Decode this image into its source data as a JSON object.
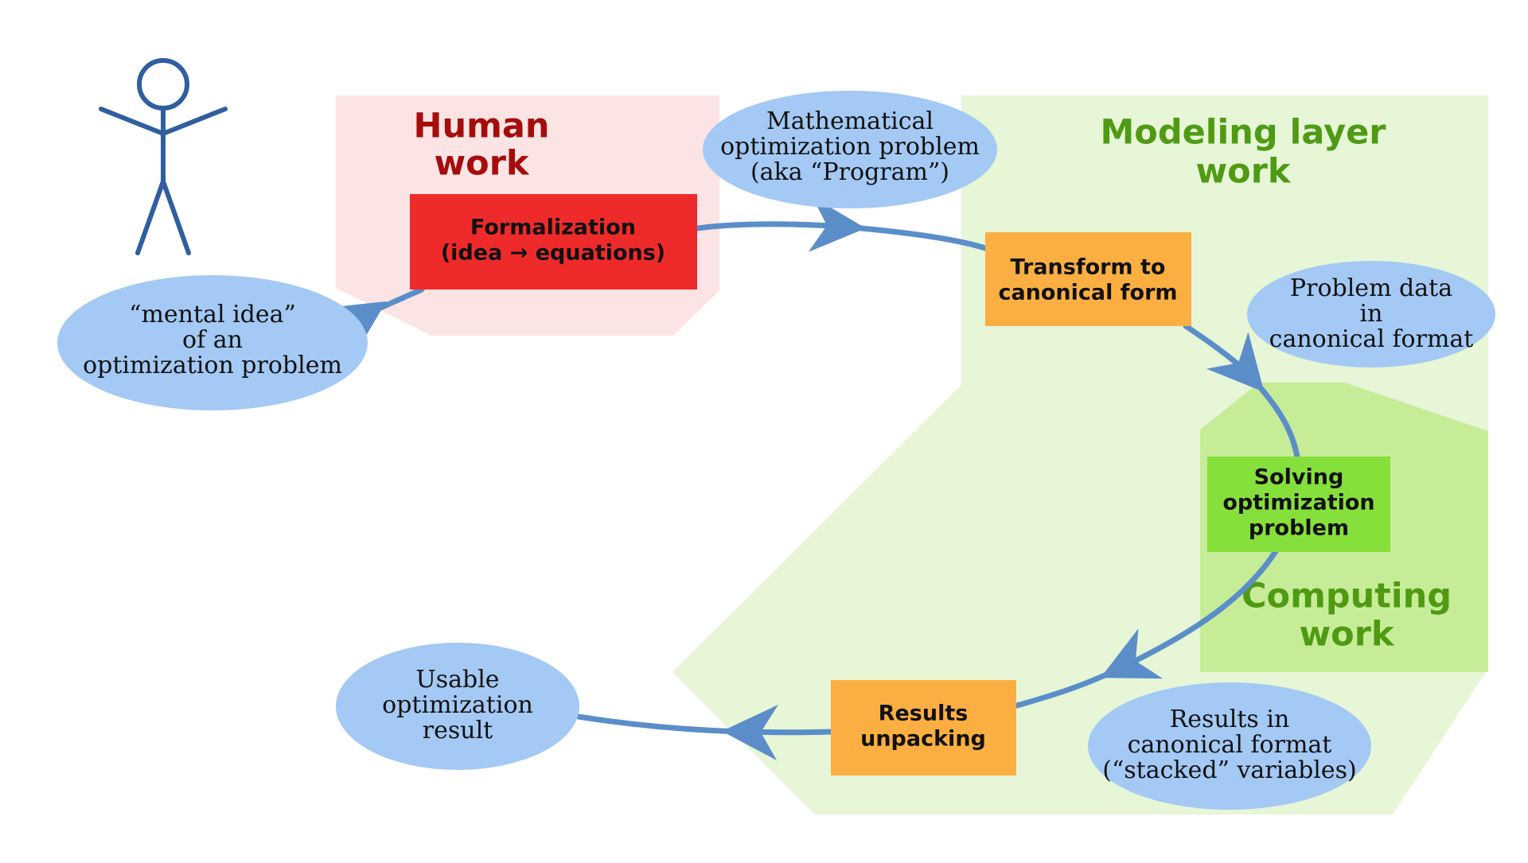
{
  "regions": {
    "human": {
      "title": [
        "Human",
        "work"
      ],
      "color": "#a50d0d",
      "fill": "#fce4e4"
    },
    "modeling": {
      "title": [
        "Modeling layer",
        "work"
      ],
      "color": "#4f9a13",
      "fill": "#e6f6d7"
    },
    "computing": {
      "title": [
        "Computing",
        "work"
      ],
      "color": "#4f9a13",
      "fill": "#c7ec98"
    }
  },
  "ellipses": {
    "mental_idea": {
      "lines": [
        "“mental idea”",
        "of an",
        "optimization problem"
      ]
    },
    "math_problem": {
      "lines": [
        "Mathematical",
        "optimization problem",
        "(aka “Program”)"
      ]
    },
    "problem_data": {
      "lines": [
        "Problem data",
        "in",
        "canonical format"
      ]
    },
    "results_canonical": {
      "lines": [
        "Results in",
        "canonical format",
        "(“stacked” variables)"
      ]
    },
    "usable_result": {
      "lines": [
        "Usable",
        "optimization",
        "result"
      ]
    },
    "fill": "#a3c9f4"
  },
  "boxes": {
    "formalization": {
      "lines": [
        "Formalization",
        "(idea → equations)"
      ],
      "fill": "#ef2a2a"
    },
    "transform": {
      "lines": [
        "Transform to",
        "canonical form"
      ],
      "fill": "#fbaf42"
    },
    "solving": {
      "lines": [
        "Solving",
        "optimization",
        "problem"
      ],
      "fill": "#86e03c"
    },
    "unpacking": {
      "lines": [
        "Results",
        "unpacking"
      ],
      "fill": "#fbaf42"
    }
  },
  "colors": {
    "arrow": "#5b8ec9",
    "figure": "#2f5f9e"
  }
}
